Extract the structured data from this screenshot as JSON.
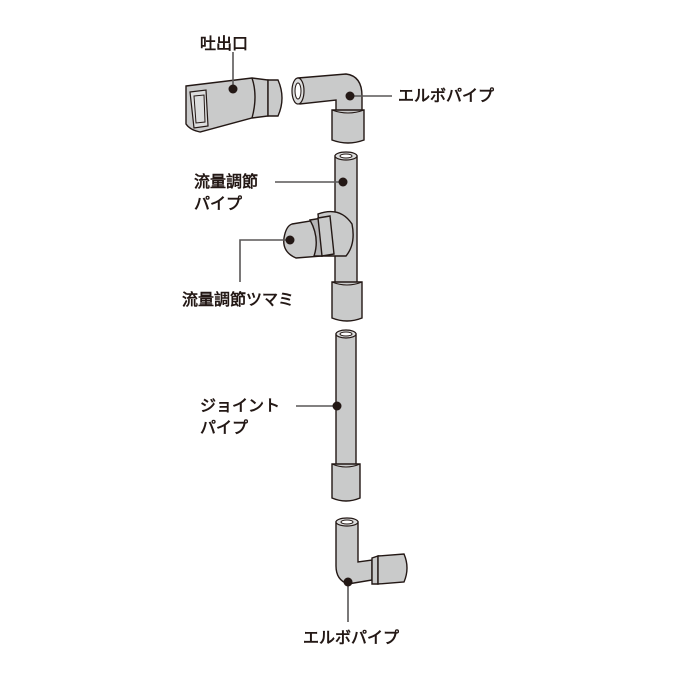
{
  "diagram": {
    "type": "exploded-parts-diagram",
    "colors": {
      "part_fill": "#c9caca",
      "outline": "#231815",
      "leader_line": "#595757",
      "background": "#ffffff"
    },
    "labels": {
      "outlet": "吐出口",
      "elbow_pipe_top": "エルボパイプ",
      "flow_pipe_line1": "流量調節",
      "flow_pipe_line2": "パイプ",
      "flow_knob": "流量調節ツマミ",
      "joint_pipe_line1": "ジョイント",
      "joint_pipe_line2": "パイプ",
      "elbow_pipe_bottom": "エルボパイプ"
    },
    "parts": [
      {
        "id": "outlet",
        "name": "吐出口"
      },
      {
        "id": "elbow-pipe-top",
        "name": "エルボパイプ"
      },
      {
        "id": "flow-control-pipe",
        "name": "流量調節パイプ"
      },
      {
        "id": "flow-control-knob",
        "name": "流量調節ツマミ"
      },
      {
        "id": "joint-pipe",
        "name": "ジョイントパイプ"
      },
      {
        "id": "elbow-pipe-bottom",
        "name": "エルボパイプ"
      }
    ]
  }
}
